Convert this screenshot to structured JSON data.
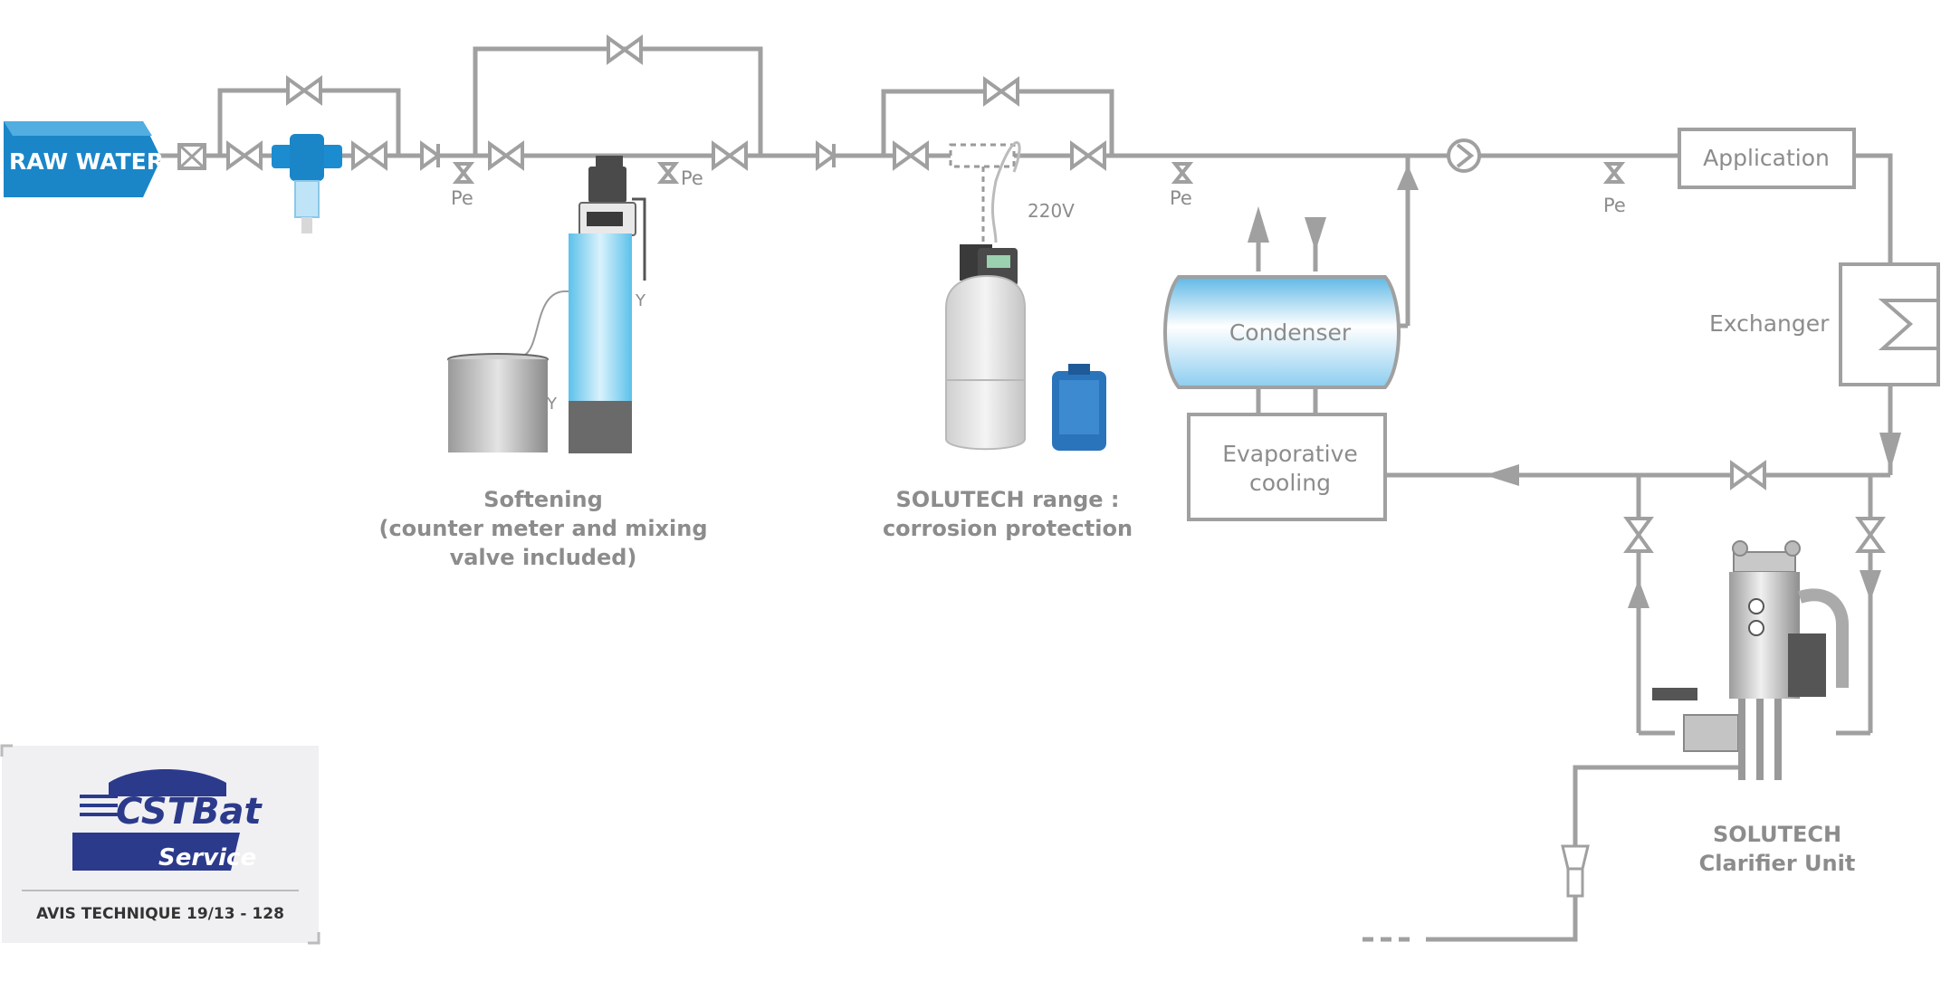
{
  "raw_water": "RAW WATER",
  "labels": {
    "pe": "Pe",
    "volt": "220V",
    "application": "Application",
    "exchanger": "Exchanger",
    "condenser": "Condenser",
    "evap_line1": "Evaporative",
    "evap_line2": "cooling",
    "softening_line1": "Softening",
    "softening_line2": "(counter meter and mixing",
    "softening_line3": "valve included)",
    "solutech_range_line1": "SOLUTECH range :",
    "solutech_range_line2": "corrosion protection",
    "clarifier_line1": "SOLUTECH",
    "clarifier_line2": "Clarifier Unit",
    "y_mark": "Y"
  },
  "cert": {
    "brand": "CSTBat",
    "service": "Service",
    "avis": "AVIS TECHNIQUE 19/13 - 128"
  },
  "colors": {
    "pipe": "#a0a0a0",
    "label": "#8c8c8c",
    "raw_water_blue": "#1a86c8",
    "cert_blue": "#2c3a8c"
  }
}
